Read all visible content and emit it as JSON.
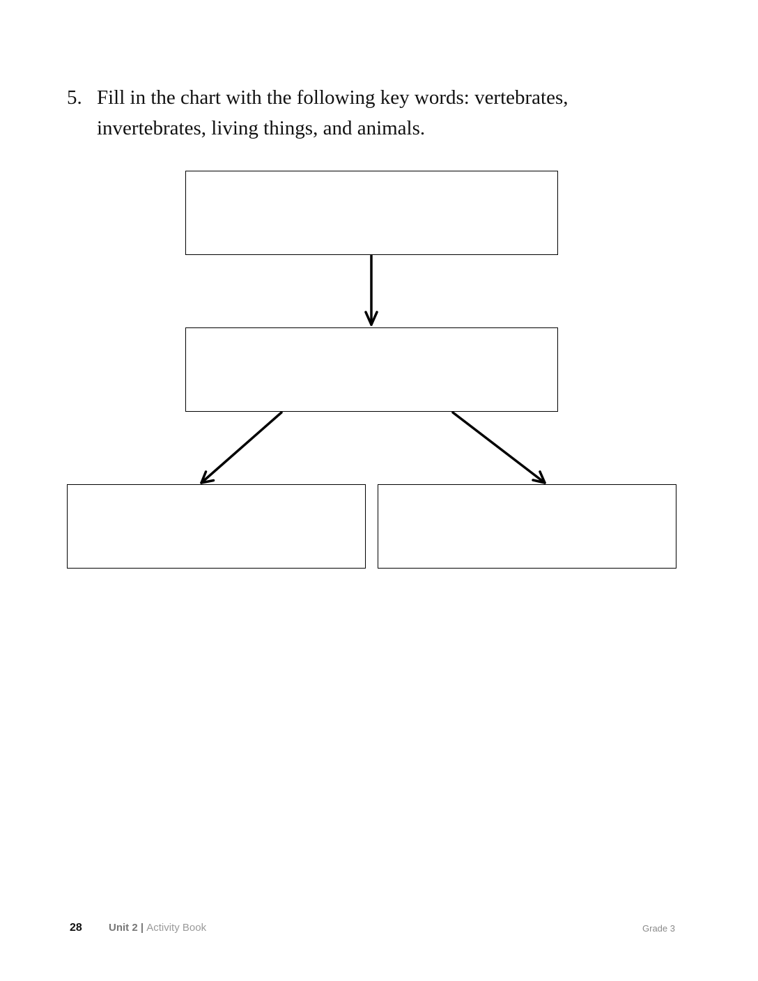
{
  "question": {
    "number": "5.",
    "text": "Fill in the chart with the following key words: vertebrates, invertebrates, living things, and animals."
  },
  "diagram": {
    "boxes": [
      {
        "id": "top",
        "text": ""
      },
      {
        "id": "middle",
        "text": ""
      },
      {
        "id": "left",
        "text": ""
      },
      {
        "id": "right",
        "text": ""
      }
    ],
    "edges": [
      {
        "from": "top",
        "to": "middle"
      },
      {
        "from": "middle",
        "to": "left"
      },
      {
        "from": "middle",
        "to": "right"
      }
    ]
  },
  "footer": {
    "page_number": "28",
    "unit_label": "Unit 2",
    "separator": "|",
    "book": "Activity Book",
    "grade": "Grade 3"
  }
}
